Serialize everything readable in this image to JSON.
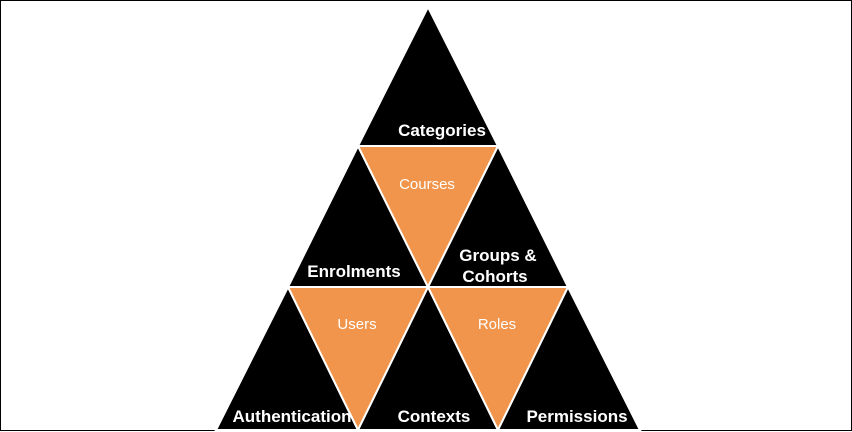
{
  "diagram": {
    "colors": {
      "dark_triangle": "#000000",
      "accent_triangle": "#f0954b",
      "outline": "#ffffff",
      "label_text": "#ffffff",
      "background": "#ffffff"
    },
    "tiers": [
      {
        "row": 1,
        "items": [
          {
            "label": "Categories",
            "color": "dark"
          }
        ]
      },
      {
        "row": 2,
        "items": [
          {
            "label": "Enrolments",
            "color": "dark"
          },
          {
            "label": "Courses",
            "color": "accent"
          },
          {
            "label_lines": [
              "Groups &",
              "Cohorts"
            ],
            "color": "dark"
          }
        ]
      },
      {
        "row": 3,
        "items": [
          {
            "label": "Authentication",
            "color": "dark"
          },
          {
            "label": "Users",
            "color": "accent"
          },
          {
            "label": "Contexts",
            "color": "dark"
          },
          {
            "label": "Roles",
            "color": "accent"
          },
          {
            "label": "Permissions",
            "color": "dark"
          }
        ]
      }
    ],
    "labels": {
      "categories": "Categories",
      "enrolments": "Enrolments",
      "courses": "Courses",
      "groups_line1": "Groups &",
      "groups_line2": "Cohorts",
      "authentication": "Authentication",
      "users": "Users",
      "contexts": "Contexts",
      "roles": "Roles",
      "permissions": "Permissions"
    }
  }
}
